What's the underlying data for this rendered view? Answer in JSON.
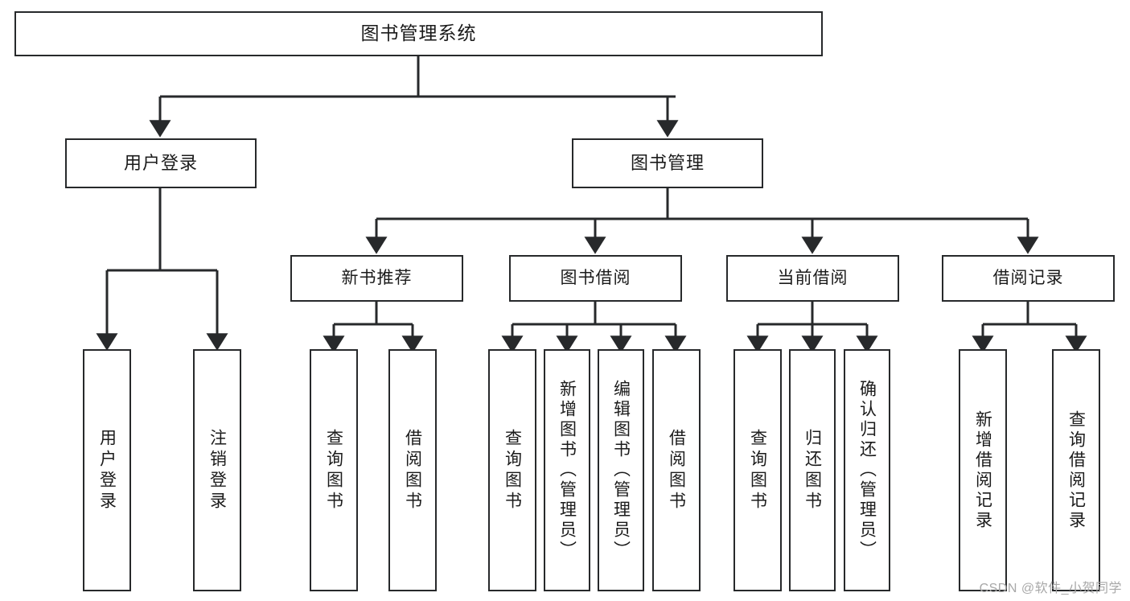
{
  "diagram": {
    "title": "图书管理系统",
    "type": "tree-hierarchy-chart",
    "watermark": "CSDN @软件_小贺同学",
    "colors": {
      "background": "#ffffff",
      "box_border": "#27292b",
      "box_fill": "#ffffff",
      "text": "#1b1b1b",
      "edge": "#27292b",
      "watermark": "#a8a8a8"
    },
    "root": {
      "label": "图书管理系统"
    },
    "level1": [
      {
        "label": "用户登录"
      },
      {
        "label": "图书管理"
      }
    ],
    "level2": [
      {
        "label": "新书推荐"
      },
      {
        "label": "图书借阅"
      },
      {
        "label": "当前借阅"
      },
      {
        "label": "借阅记录"
      }
    ],
    "leaves": {
      "user_login": [
        {
          "label": "用户登录"
        },
        {
          "label": "注销登录"
        }
      ],
      "new_book_recommend": [
        {
          "label": "查询图书"
        },
        {
          "label": "借阅图书"
        }
      ],
      "book_borrow": [
        {
          "label": "查询图书"
        },
        {
          "label": "新增图书（管理员）"
        },
        {
          "label": "编辑图书（管理员）"
        },
        {
          "label": "借阅图书"
        }
      ],
      "current_borrow": [
        {
          "label": "查询图书"
        },
        {
          "label": "归还图书"
        },
        {
          "label": "确认归还（管理员）"
        }
      ],
      "borrow_record": [
        {
          "label": "新增借阅记录"
        },
        {
          "label": "查询借阅记录"
        }
      ]
    }
  }
}
